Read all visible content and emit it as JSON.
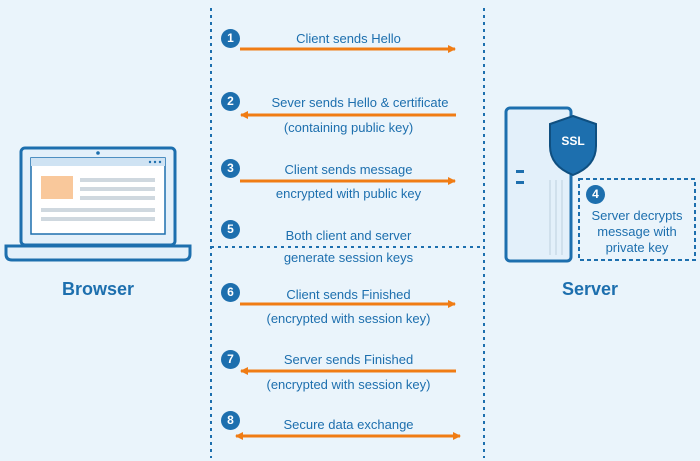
{
  "colors": {
    "primary": "#1d6fae",
    "arrow": "#f07c14",
    "background": "#eaf4fb",
    "device_fill": "#e3f0fa",
    "screen_block": "#f9c89b"
  },
  "actors": {
    "browser": "Browser",
    "server": "Server",
    "ssl_badge": "SSL"
  },
  "steps": [
    {
      "number": "1",
      "line1": "Client sends Hello",
      "line2": "",
      "direction": "right"
    },
    {
      "number": "2",
      "line1": "Sever sends Hello & certificate",
      "line2": "(containing public key)",
      "direction": "left"
    },
    {
      "number": "3",
      "line1": "Client sends message",
      "line2": "encrypted with public key",
      "direction": "right"
    },
    {
      "number": "5",
      "line1": "Both client and server",
      "line2": "generate session keys",
      "direction": "none"
    },
    {
      "number": "6",
      "line1": "Client sends Finished",
      "line2": "(encrypted with session key)",
      "direction": "right"
    },
    {
      "number": "7",
      "line1": "Server sends Finished",
      "line2": "(encrypted with session key)",
      "direction": "left"
    },
    {
      "number": "8",
      "line1": "Secure data exchange",
      "line2": "",
      "direction": "both"
    }
  ],
  "server_step": {
    "number": "4",
    "line1": "Server decrypts",
    "line2": "message with",
    "line3": "private key"
  }
}
